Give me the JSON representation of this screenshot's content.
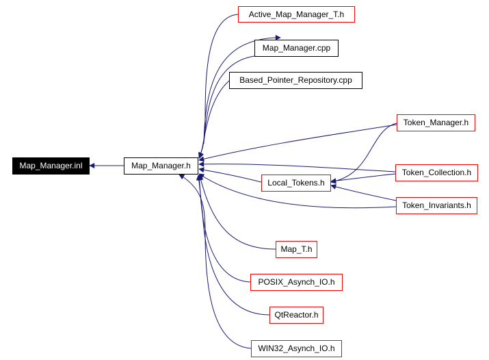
{
  "diagram": {
    "title": "Map_Manager.inl include dependency graph",
    "edge_color": "#191970",
    "nodes": [
      {
        "id": "inl",
        "label": "Map_Manager.inl",
        "style": "root"
      },
      {
        "id": "mmh",
        "label": "Map_Manager.h",
        "style": "black"
      },
      {
        "id": "amm",
        "label": "Active_Map_Manager_T.h",
        "style": "red"
      },
      {
        "id": "mmcpp",
        "label": "Map_Manager.cpp",
        "style": "black"
      },
      {
        "id": "bpr",
        "label": "Based_Pointer_Repository.cpp",
        "style": "black"
      },
      {
        "id": "tm",
        "label": "Token_Manager.h",
        "style": "red"
      },
      {
        "id": "lt",
        "label": "Local_Tokens.h",
        "style": "red"
      },
      {
        "id": "tc",
        "label": "Token_Collection.h",
        "style": "red"
      },
      {
        "id": "ti",
        "label": "Token_Invariants.h",
        "style": "red"
      },
      {
        "id": "mapt",
        "label": "Map_T.h",
        "style": "red"
      },
      {
        "id": "posix",
        "label": "POSIX_Asynch_IO.h",
        "style": "red"
      },
      {
        "id": "qt",
        "label": "QtReactor.h",
        "style": "red"
      },
      {
        "id": "win32",
        "label": "WIN32_Asynch_IO.h",
        "style": "red"
      }
    ],
    "edges": [
      {
        "from": "mmh",
        "to": "inl"
      },
      {
        "from": "amm",
        "to": "mmh"
      },
      {
        "from": "mmcpp",
        "to": "mmh"
      },
      {
        "from": "bpr",
        "to": "mmh"
      },
      {
        "from": "tm",
        "to": "mmh"
      },
      {
        "from": "tc",
        "to": "mmh"
      },
      {
        "from": "lt",
        "to": "mmh"
      },
      {
        "from": "ti",
        "to": "mmh"
      },
      {
        "from": "mapt",
        "to": "mmh"
      },
      {
        "from": "posix",
        "to": "mmh"
      },
      {
        "from": "qt",
        "to": "mmh"
      },
      {
        "from": "win32",
        "to": "mmh"
      },
      {
        "from": "tm",
        "to": "lt"
      },
      {
        "from": "tc",
        "to": "lt"
      },
      {
        "from": "ti",
        "to": "lt"
      },
      {
        "from": "mmh",
        "to": "mmcpp"
      }
    ]
  }
}
